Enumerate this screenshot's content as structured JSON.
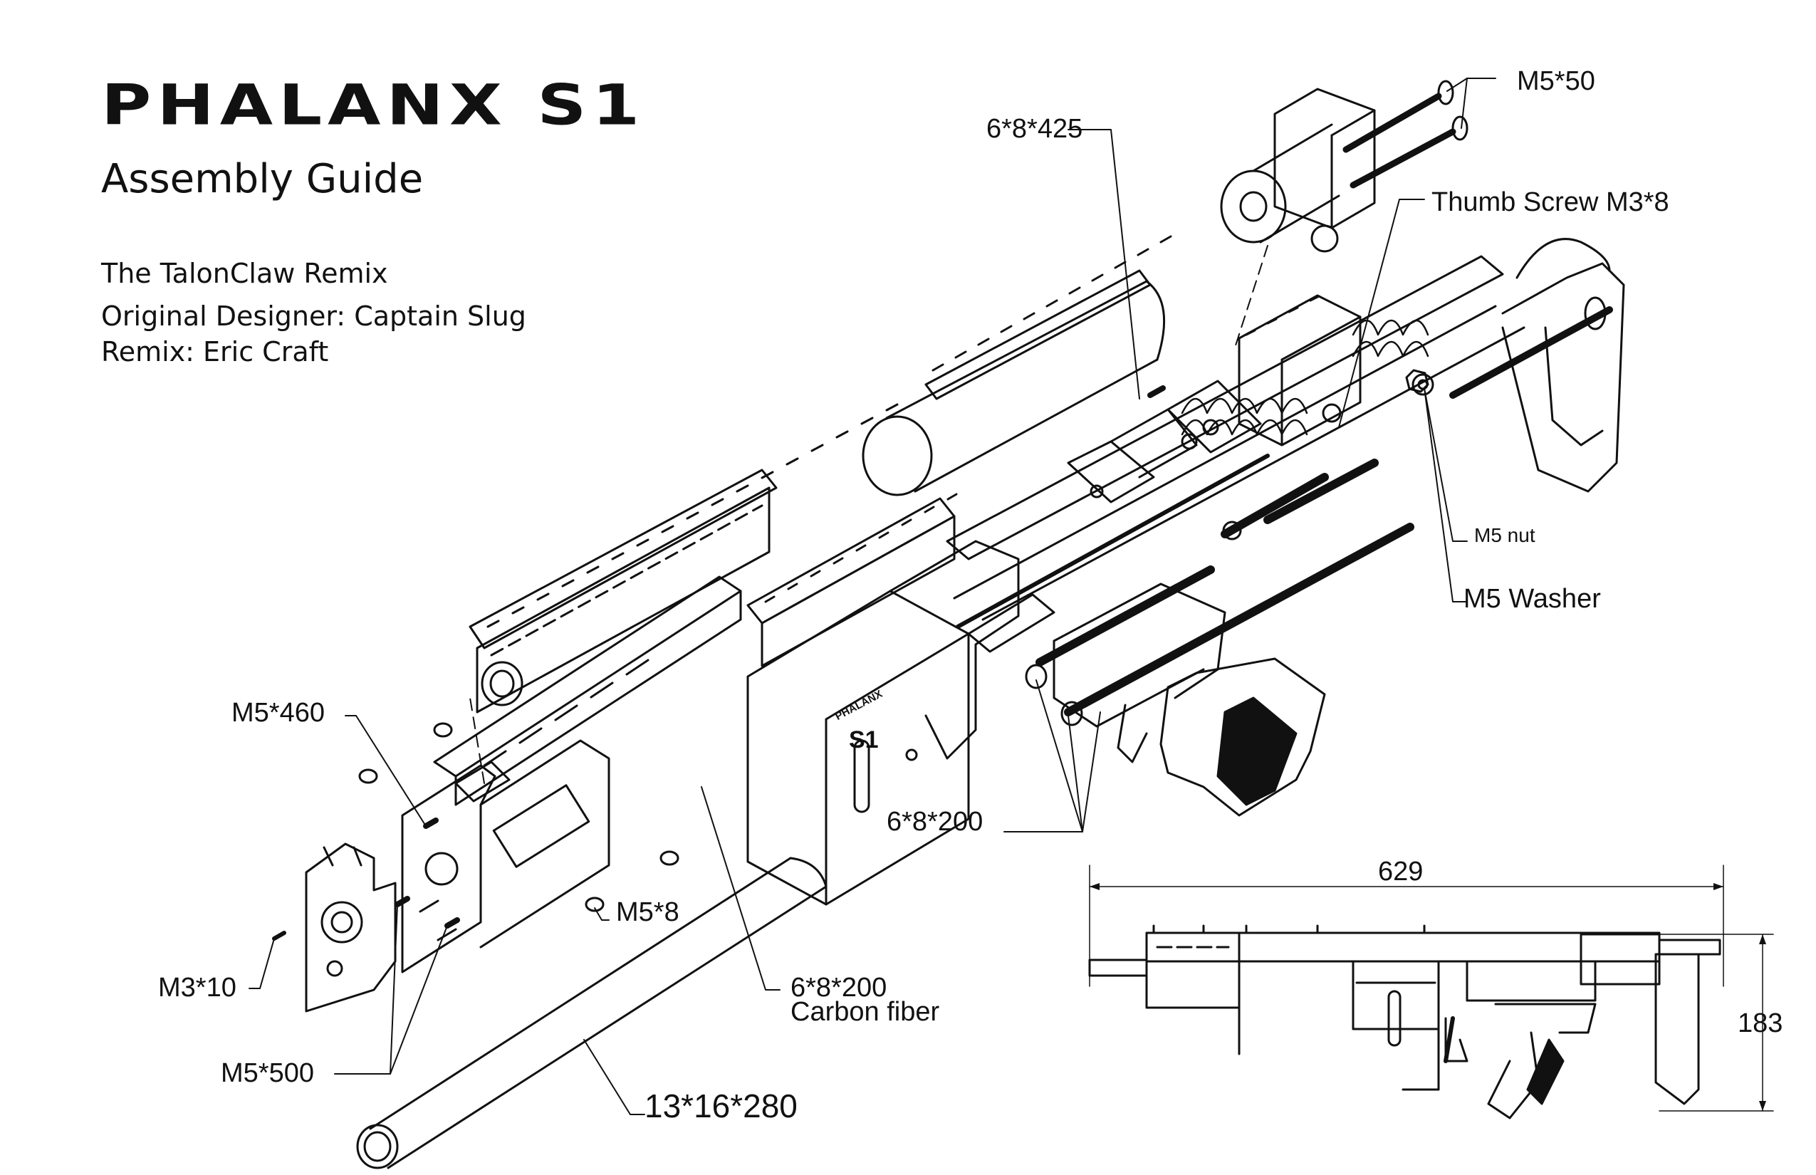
{
  "header": {
    "title": "PHALANX S1",
    "subtitle": "Assembly Guide",
    "credits": [
      "The TalonClaw Remix",
      "Original Designer: Captain Slug",
      "Remix: Eric Craft"
    ]
  },
  "callouts": {
    "m5_50": "M5*50",
    "rod_425": "6*8*425",
    "thumb_screw": "Thumb Screw M3*8",
    "m5_nut": "M5 nut",
    "m5_washer": "M5 Washer",
    "m5_460": "M5*460",
    "rod_200_upper": "6*8*200",
    "m5_8": "M5*8",
    "rod_200_carbon": "6*8*200",
    "carbon_fiber": "Carbon fiber",
    "m3_10": "M3*10",
    "m5_500": "M5*500",
    "tube_280": "13*16*280"
  },
  "dimensions": {
    "overall_length": "629",
    "overall_height": "183"
  },
  "part_markings": {
    "receiver_logo": "PHALANX",
    "receiver_model": "S1"
  }
}
